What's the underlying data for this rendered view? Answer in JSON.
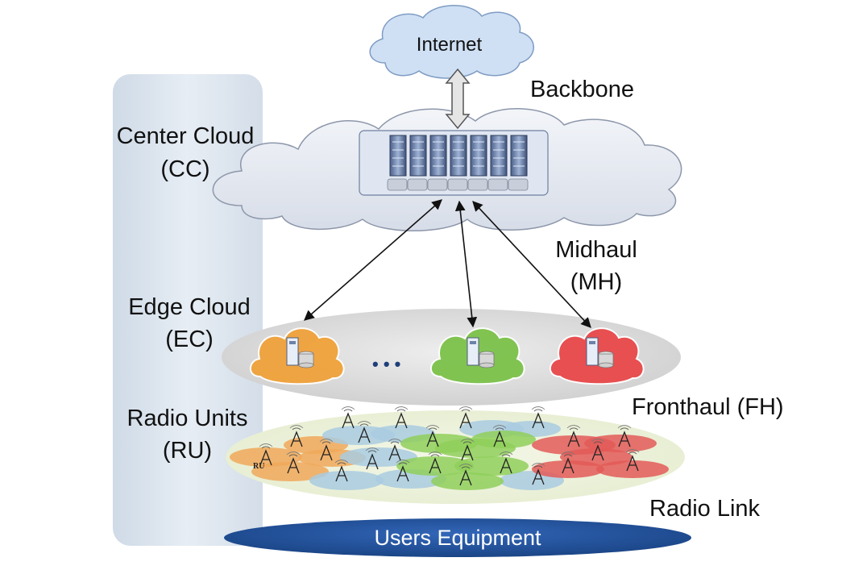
{
  "labels": {
    "internet": "Internet",
    "backbone": "Backbone",
    "center_cloud": "Center Cloud",
    "center_cloud_abbr": "(CC)",
    "midhaul": "Midhaul",
    "midhaul_abbr": "(MH)",
    "edge_cloud": "Edge Cloud",
    "edge_cloud_abbr": "(EC)",
    "ellipsis": "• • •",
    "fronthaul": "Fronthaul (FH)",
    "radio_units": "Radio Units",
    "radio_units_abbr": "(RU)",
    "ru_tag": "RU",
    "radio_link": "Radio Link",
    "users_equipment": "Users Equipment"
  },
  "colors": {
    "side_panel": "#dde5ee",
    "cloud_fill": "#e8ecf3",
    "edge_ellipse": "#d9d9d9",
    "ru_ellipse": "#eef3de",
    "ue_ellipse": "#1f4e9c",
    "orange_cloud": "#f0a23a",
    "green_cloud": "#7cc24a",
    "red_cloud": "#e8484a",
    "blue_cell": "#a9cbe0",
    "orange_cell": "#f0a85a",
    "green_cell": "#8fcf5a",
    "red_cell": "#e35a58"
  },
  "icons": [
    "cloud-icon",
    "server-rack-icon",
    "double-arrow-icon",
    "antenna-tower-icon"
  ]
}
